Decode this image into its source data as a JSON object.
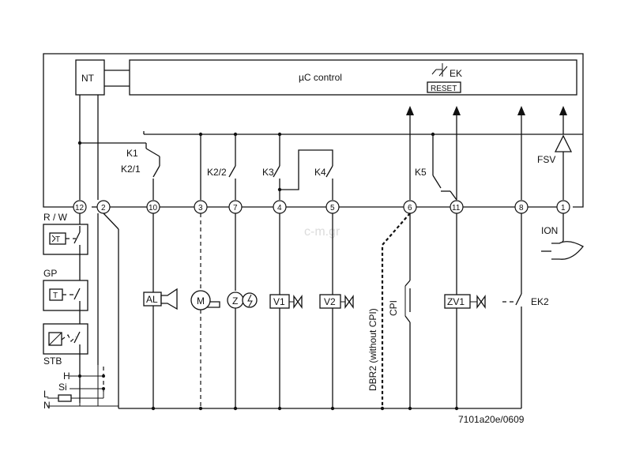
{
  "labels": {
    "nt": "NT",
    "uc": "µC control",
    "ek": "EK",
    "reset": "RESET",
    "k1": "K1",
    "k21": "K2/1",
    "k22": "K2/2",
    "k3": "K3",
    "k4": "K4",
    "k5": "K5",
    "fsv": "FSV",
    "ion": "ION",
    "rw": "R / W",
    "gp": "GP",
    "stb": "STB",
    "h": "H",
    "si": "Si",
    "l": "L",
    "n": "N",
    "t": "T",
    "al": "AL",
    "m": "M",
    "z": "Z",
    "v1": "V1",
    "v2": "V2",
    "zv1": "ZV1",
    "ek2": "EK2",
    "cpi": "CPI",
    "dbr2": "DBR2 (without CPI)",
    "code": "7101a20e/0609",
    "watermark": "c-m.gr"
  },
  "terminals": [
    "12",
    "2",
    "10",
    "3",
    "7",
    "4",
    "5",
    "6",
    "11",
    "8",
    "1"
  ]
}
